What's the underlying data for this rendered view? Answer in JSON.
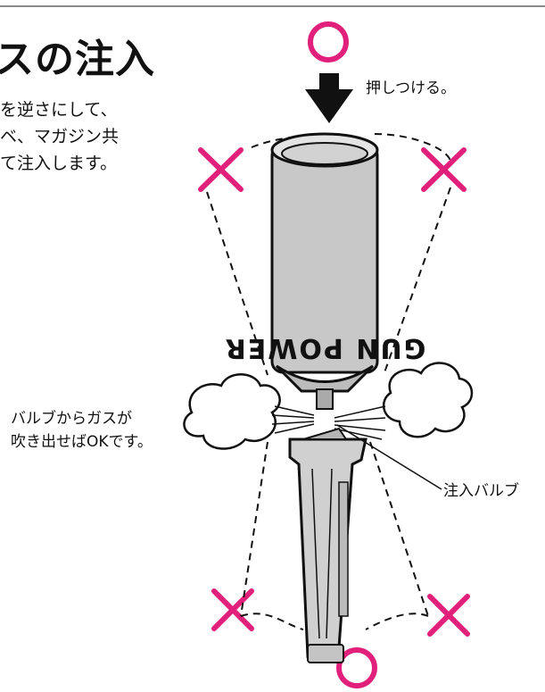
{
  "heading": {
    "title": "スの注入",
    "body_lines": [
      "を逆さにして、",
      "ベ、マガジン共",
      "て注入します。"
    ]
  },
  "labels": {
    "press": "押しつける。",
    "gas_out_line1": "バルブからガスが",
    "gas_out_line2": "吹き出せばOKです。",
    "valve": "注入バルブ"
  },
  "can_text": "GUN POWER",
  "colors": {
    "ok": "#e0207a",
    "ng": "#e0207a",
    "ink": "#111111",
    "can": "#c8c8c8"
  },
  "icons": [
    "circle-ok-icon",
    "cross-ng-icon",
    "down-arrow-icon"
  ]
}
